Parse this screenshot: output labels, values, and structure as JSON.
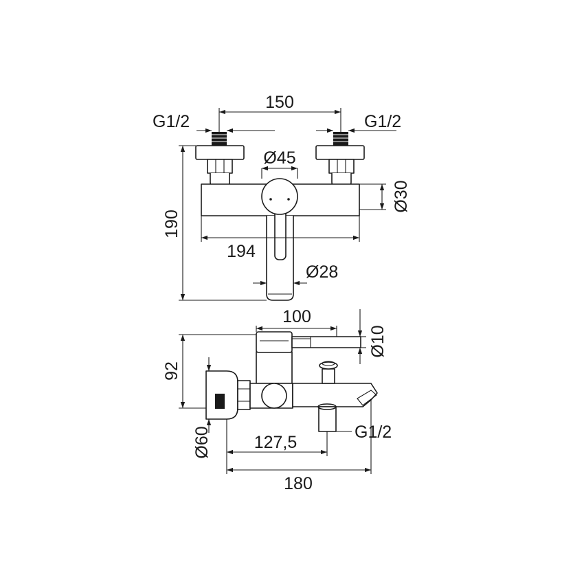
{
  "front_view": {
    "dim_top_spacing": "150",
    "inlet_left": "G1/2",
    "inlet_right": "G1/2",
    "dim_knob": "Ø45",
    "dim_body": "Ø30",
    "dim_height": "190",
    "dim_width": "194",
    "dim_spout": "Ø28"
  },
  "side_view": {
    "dim_handle_length": "100",
    "dim_handle_dia": "Ø10",
    "dim_height": "92",
    "dim_flange": "Ø60",
    "dim_outlet_offset": "127,5",
    "outlet_thread": "G1/2",
    "dim_total_depth": "180"
  }
}
